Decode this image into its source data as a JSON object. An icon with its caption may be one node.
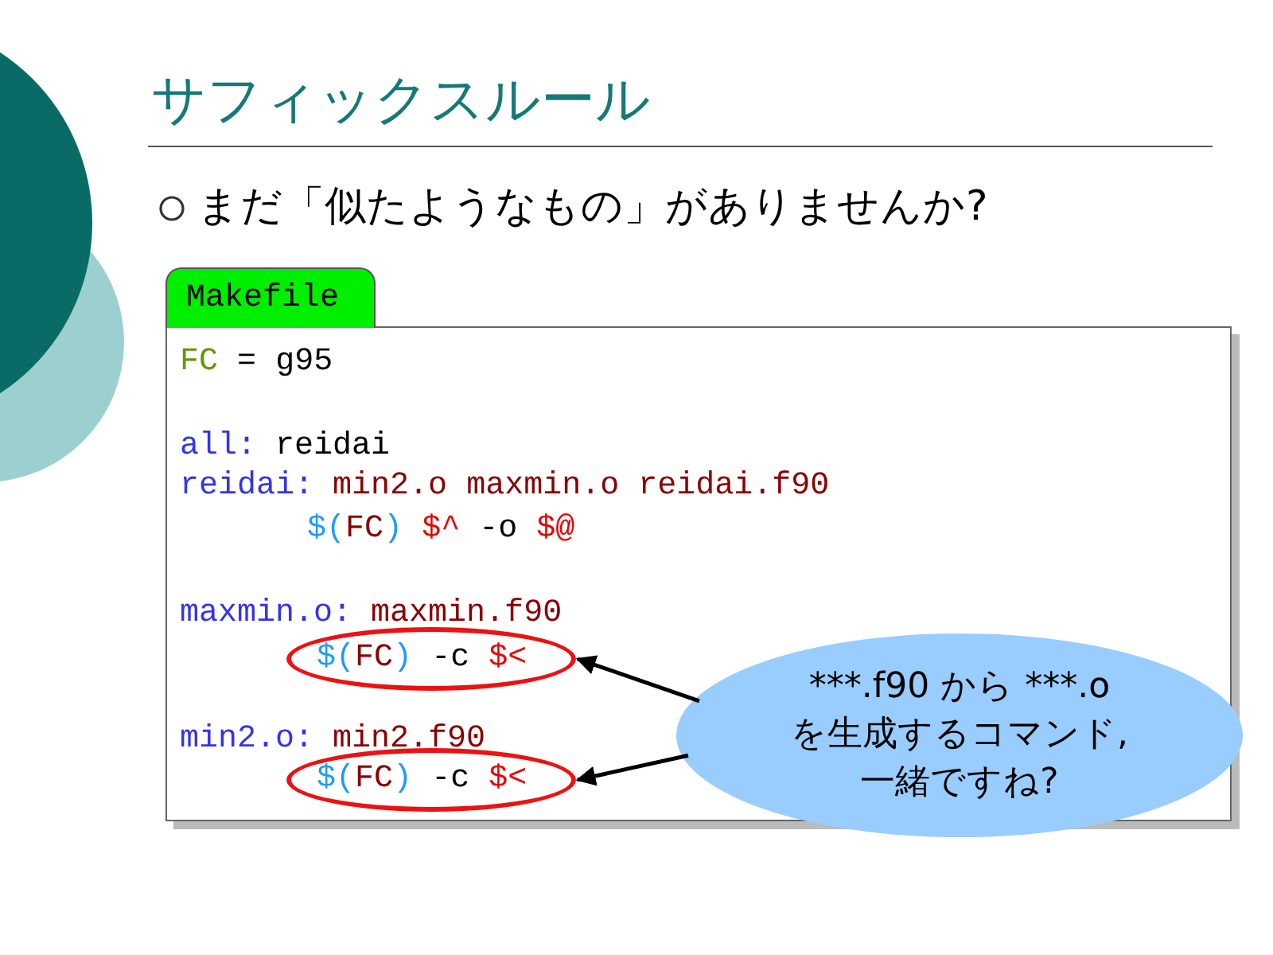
{
  "diagram": {
    "title": "サフィックスルール",
    "nodes": [
      {
        "text": [
          "Makefile",
          "FC = g95",
          "all: reidai",
          "reidai: min2.o maxmin.o reidai.f90",
          "$(FC) $^ -o $@",
          "maxmin.o: maxmin.f90",
          "min2.o: min2.f90"
        ]
      },
      {
        "text": [
          "$(FC) -c $<"
        ],
        "in": 0
      },
      {
        "text": [
          "$(FC) -c $<"
        ],
        "in": 0
      },
      {
        "text": [
          "***.f90 から ***.oを生成するコマンド,一緒ですね?"
        ]
      }
    ],
    "edges": [
      {
        "from": 3,
        "to": 1,
        "arrow": "to"
      },
      {
        "from": 3,
        "to": 2,
        "arrow": "to"
      }
    ],
    "labels": [
      "まだ「似たようなもの」がありませんか?"
    ]
  }
}
